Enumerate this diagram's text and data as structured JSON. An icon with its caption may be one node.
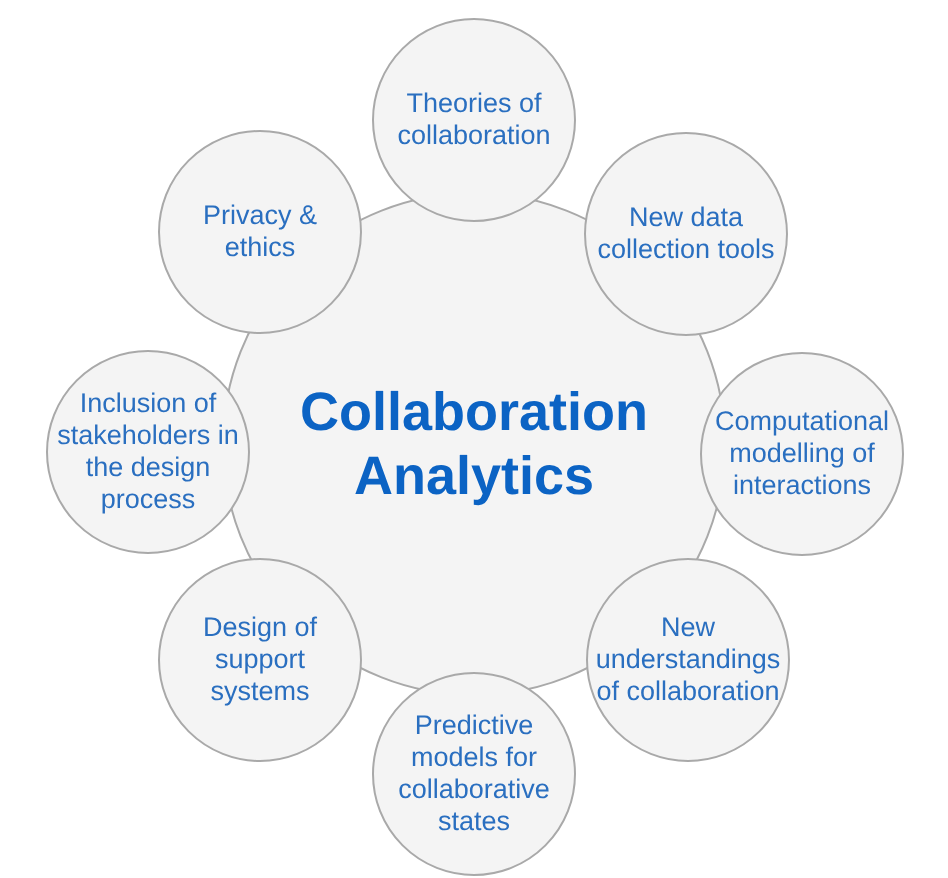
{
  "diagram": {
    "nodes": [
      {
        "text": [
          "Collaboration Analytics"
        ]
      },
      {
        "text": [
          "Theories of collaboration"
        ]
      },
      {
        "text": [
          "New data collection tools"
        ]
      },
      {
        "text": [
          "Computational modelling of interactions"
        ]
      },
      {
        "text": [
          "New understandings of collaboration"
        ]
      },
      {
        "text": [
          "Predictive models for collaborative states"
        ]
      },
      {
        "text": [
          "Design of support systems"
        ]
      },
      {
        "text": [
          "Inclusion of stakeholders in the design process"
        ]
      },
      {
        "text": [
          "Privacy & ethics"
        ]
      }
    ]
  }
}
